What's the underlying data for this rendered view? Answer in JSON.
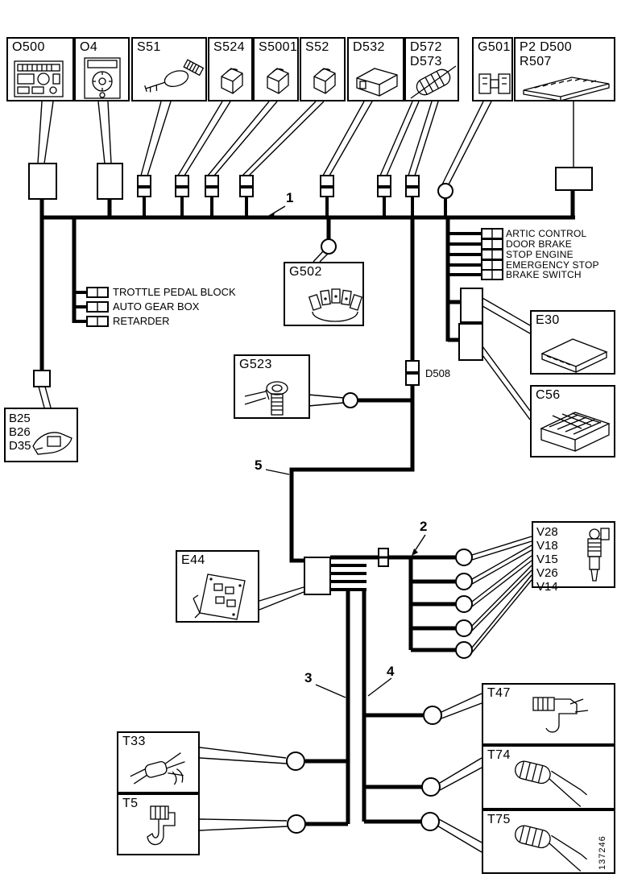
{
  "figure_number": "137246",
  "wire_numbers": {
    "n1": "1",
    "n2": "2",
    "n3": "3",
    "n4": "4",
    "n5": "5"
  },
  "top_row": {
    "o500": "O500",
    "o4": "O4",
    "s51": "S51",
    "s524": "S524",
    "s5001": "S5001",
    "s52": "S52",
    "d532": "D532",
    "d572": "D572",
    "d573": "D573",
    "g501": "G501",
    "p2_d500": "P2 D500",
    "r507": "R507"
  },
  "callouts": {
    "g502": "G502",
    "g523": "G523",
    "d508": "D508",
    "e30": "E30",
    "c56": "C56",
    "b25": "B25",
    "b26": "B26",
    "d35": "D35",
    "e44": "E44",
    "t33": "T33",
    "t5": "T5",
    "t47": "T47",
    "t74": "T74",
    "t75": "T75"
  },
  "injector_ids": [
    "V28",
    "V18",
    "V15",
    "V26",
    "V14"
  ],
  "left_branch_labels": [
    "TROTTLE PEDAL BLOCK",
    "AUTO GEAR BOX",
    "RETARDER"
  ],
  "right_branch_labels": [
    "ARTIC CONTROL",
    "DOOR BRAKE",
    "STOP ENGINE",
    "EMERGENCY STOP",
    "BRAKE SWITCH"
  ]
}
